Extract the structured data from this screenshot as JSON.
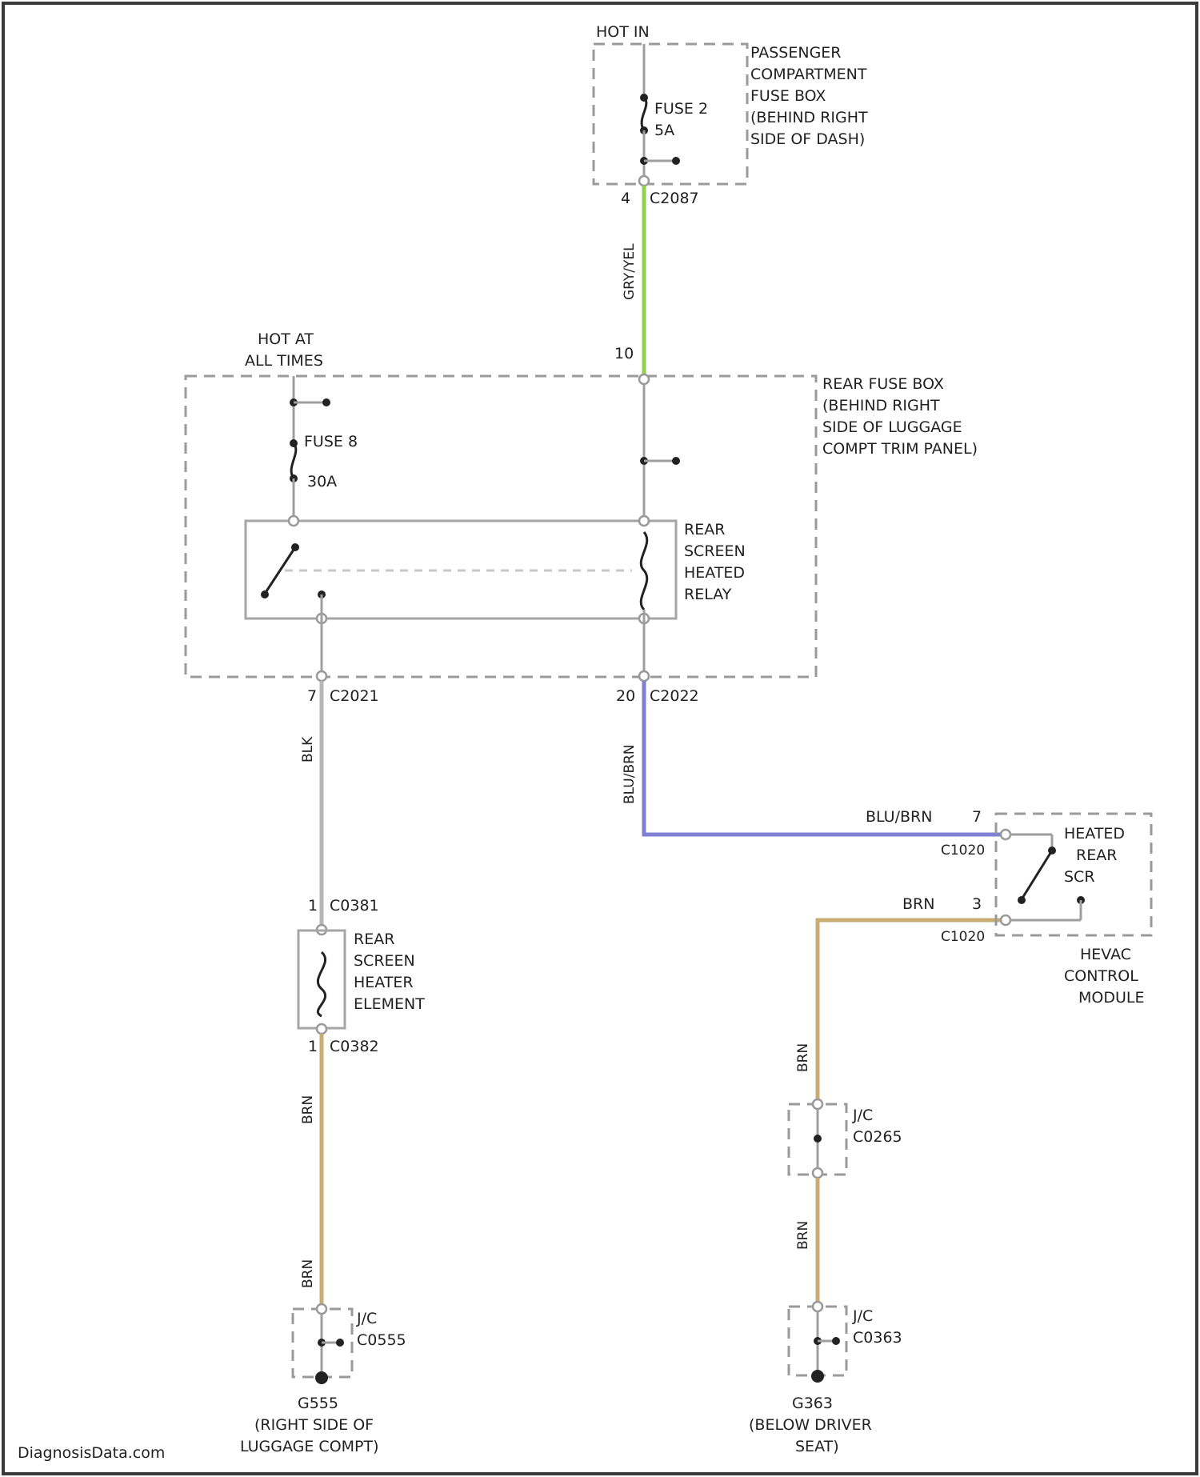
{
  "colors": {
    "gry_yel": "#8fd14f",
    "blu_brn": "#7f7fd4",
    "brn": "#c8ad72",
    "blk": "#b5b5b5",
    "outline": "#9a9a9a"
  },
  "passenger_fuse_box": {
    "hot_label": "HOT IN",
    "fuse_name": "FUSE 2",
    "fuse_rating": "5A",
    "box_label": [
      "PASSENGER",
      "COMPARTMENT",
      "FUSE BOX",
      "(BEHIND RIGHT",
      "SIDE OF DASH)"
    ],
    "pin": "4",
    "connector": "C2087"
  },
  "wire_top": {
    "color_code": "GRY/YEL",
    "pin": "10"
  },
  "rear_fuse_box": {
    "hot_label": [
      "HOT AT",
      "ALL TIMES"
    ],
    "fuse_name": "FUSE 8",
    "fuse_rating": "30A",
    "box_label": [
      "REAR FUSE BOX",
      "(BEHIND RIGHT",
      "SIDE OF LUGGAGE",
      "COMPT TRIM PANEL)"
    ],
    "relay_label": [
      "REAR",
      "SCREEN",
      "HEATED",
      "RELAY"
    ],
    "left_pin": "7",
    "left_connector": "C2021",
    "right_pin": "20",
    "right_connector": "C2022"
  },
  "wire_blk": {
    "color_code": "BLK"
  },
  "wire_blu_brn": {
    "color_code_vertical": "BLU/BRN",
    "color_code_horizontal": "BLU/BRN",
    "pin": "7",
    "connector": "C1020"
  },
  "wire_brn_right": {
    "color_code": "BRN",
    "pin": "3",
    "connector": "C1020"
  },
  "hvac": {
    "switch_label": [
      "HEATED",
      "REAR",
      "SCR"
    ],
    "module_label": [
      "HEVAC",
      "CONTROL",
      "MODULE"
    ]
  },
  "heater_element": {
    "top_pin": "1",
    "top_connector": "C0381",
    "label": [
      "REAR",
      "SCREEN",
      "HEATER",
      "ELEMENT"
    ],
    "bottom_pin": "1",
    "bottom_connector": "C0382"
  },
  "wire_brn_left": {
    "color_code_upper": "BRN",
    "color_code_lower": "BRN"
  },
  "jc_left": {
    "label": "J/C",
    "connector": "C0555"
  },
  "ground_left": {
    "label": [
      "G555",
      "(RIGHT SIDE OF",
      "LUGGAGE COMPT)"
    ]
  },
  "jc_right_mid": {
    "label": "J/C",
    "connector": "C0265"
  },
  "wire_brn_right_lower": {
    "color_code_upper": "BRN",
    "color_code_lower": "BRN"
  },
  "jc_right_bottom": {
    "label": "J/C",
    "connector": "C0363"
  },
  "ground_right": {
    "label": [
      "G363",
      "(BELOW DRIVER",
      "SEAT)"
    ]
  },
  "footer": {
    "watermark": "DiagnosisData.com"
  }
}
